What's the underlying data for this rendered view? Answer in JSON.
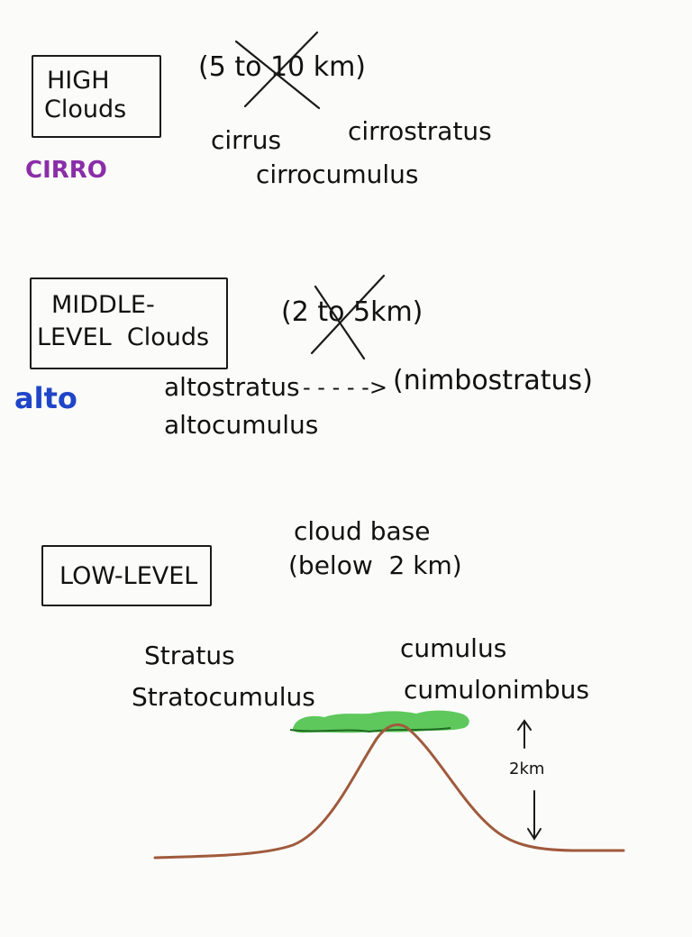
{
  "high": {
    "box_line1": "HIGH",
    "box_line2": "Clouds",
    "range": "(5 to 10 km)",
    "prefix": "CIRRO",
    "types": [
      "cirrus",
      "cirrostratus",
      "cirrocumulus"
    ]
  },
  "middle": {
    "box_line1": "MIDDLE-",
    "box_line2": "LEVEL  Clouds",
    "range": "(2 to 5km)",
    "prefix": "alto",
    "types": [
      "altostratus",
      "altocumulus"
    ],
    "arrow": "- - - - ->",
    "related": "(nimbostratus)"
  },
  "low": {
    "box_label": "LOW-LEVEL",
    "note_line1": "cloud base",
    "note_line2": "(below  2 km)",
    "types": [
      "Stratus",
      "Stratocumulus",
      "cumulus",
      "cumulonimbus"
    ],
    "height_label": "2km"
  },
  "colors": {
    "ink": "#1a1a1a",
    "cirro": "#8a2ea8",
    "alto": "#1f45c8",
    "cloud": "#4dc24a",
    "mountain": "#a05a3c"
  }
}
